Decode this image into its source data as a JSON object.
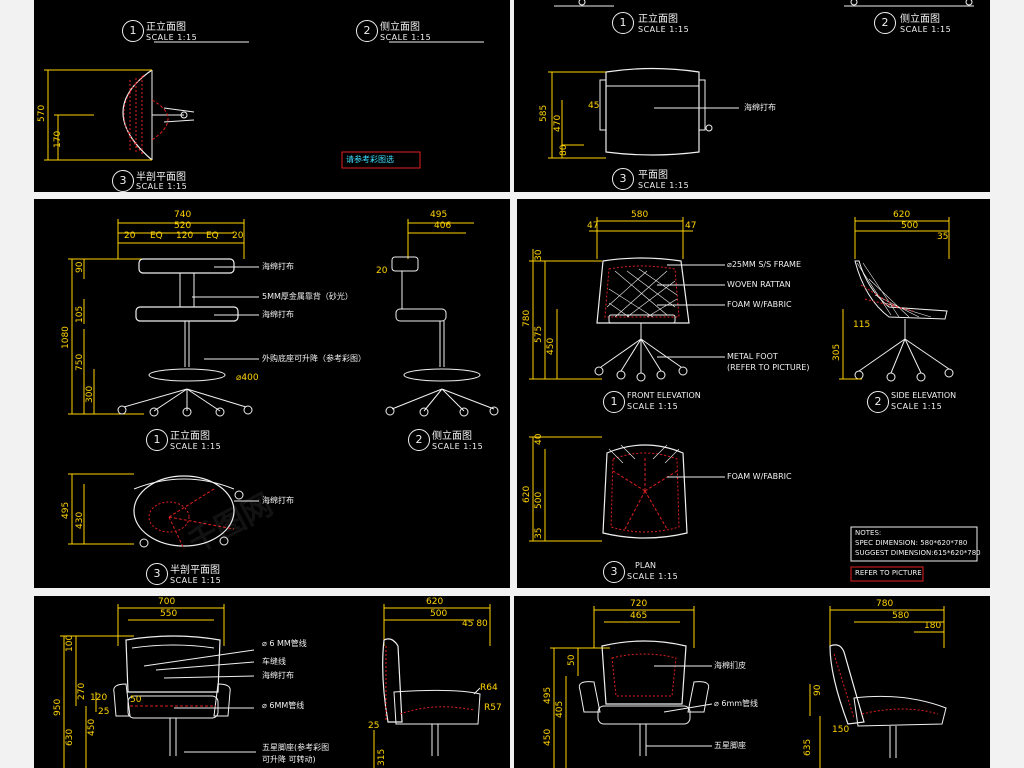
{
  "panels": {
    "p1": {
      "view1": {
        "num": "1",
        "title": "正立面图",
        "scale": "SCALE 1:15"
      },
      "view2": {
        "num": "2",
        "title": "侧立面图",
        "scale": "SCALE 1:15"
      },
      "view3": {
        "num": "3",
        "title": "半剖平面图",
        "scale": "SCALE 1:15"
      },
      "dims": {
        "d570": "570",
        "d170": "170"
      },
      "note_box": "请参考彩图选"
    },
    "p2": {
      "view1": {
        "num": "1",
        "title": "正立面图",
        "scale": "SCALE 1:15"
      },
      "view2": {
        "num": "2",
        "title": "侧立面图",
        "scale": "SCALE 1:15"
      },
      "view3": {
        "num": "3",
        "title": "平面图",
        "scale": "SCALE 1:15"
      },
      "dims": {
        "d585": "585",
        "d470": "470",
        "d45": "45",
        "d80": "80"
      },
      "annot": "海绵打布"
    },
    "p3": {
      "view1": {
        "num": "1",
        "title": "正立面图",
        "scale": "SCALE 1:15"
      },
      "view2": {
        "num": "2",
        "title": "侧立面图",
        "scale": "SCALE 1:15"
      },
      "view3": {
        "num": "3",
        "title": "半剖平面图",
        "scale": "SCALE 1:15"
      },
      "dims": {
        "d740": "740",
        "d520": "520",
        "d20a": "20",
        "eq1": "EQ",
        "d120": "120",
        "eq2": "EQ",
        "d20b": "20",
        "d495": "495",
        "d406": "406",
        "d20c": "20",
        "d90": "90",
        "d105": "105",
        "d1080": "1080",
        "d750": "750",
        "d300": "300",
        "d495b": "495",
        "d430": "430",
        "d400": "⌀400"
      },
      "annots": [
        "海绵打布",
        "5MM厚金属靠背（砂光）",
        "海绵打布",
        "外购底座可升降（参考彩图）",
        "海绵打布"
      ]
    },
    "p4": {
      "view1": {
        "num": "1",
        "title": "FRONT ELEVATION",
        "scale": "SCALE 1:15"
      },
      "view2": {
        "num": "2",
        "title": "SIDE ELEVATION",
        "scale": "SCALE 1:15"
      },
      "view3": {
        "num": "3",
        "title": "PLAN",
        "scale": "SCALE 1:15"
      },
      "dims": {
        "d580": "580",
        "d47a": "47",
        "d47b": "47",
        "d620": "620",
        "d500": "500",
        "d35": "35",
        "d30": "30",
        "d780": "780",
        "d575": "575",
        "d450": "450",
        "d115": "115",
        "d305": "305",
        "d40": "40",
        "d620b": "620",
        "d500b": "500",
        "d35b": "35"
      },
      "annots": [
        "⌀25MM S/S FRAME",
        "WOVEN RATTAN",
        "FOAM W/FABRIC",
        "METAL FOOT",
        "(REFER TO PICTURE)",
        "FOAM W/FABRIC"
      ],
      "notes": [
        "NOTES:",
        "SPEC DIMENSION: 580*620*780",
        "SUGGEST DIMENSION:615*620*780"
      ],
      "refer_box": "REFER TO PICTURE"
    },
    "p5": {
      "dims": {
        "d700": "700",
        "d550": "550",
        "d620": "620",
        "d500": "500",
        "d4580": "45 80",
        "d100": "100",
        "d270": "270",
        "d950": "950",
        "d630": "630",
        "d450": "450",
        "d120": "120",
        "d25a": "25",
        "d50": "50",
        "r64": "R64",
        "r57": "R57",
        "d25b": "25",
        "d315": "315"
      },
      "annots": [
        "⌀ 6 MM管线",
        "车缝线",
        "海绵打布",
        "⌀ 6MM管线",
        "五星脚座(参考彩图",
        "可升降 可转动)"
      ]
    },
    "p6": {
      "dims": {
        "d720": "720",
        "d465": "465",
        "d780": "780",
        "d580": "580",
        "d180": "180",
        "d50": "50",
        "d90": "90",
        "d495": "495",
        "d450": "450",
        "d405": "405",
        "d150": "150",
        "d635": "635"
      },
      "annots": [
        "海棉扪皮",
        "⌀ 6mm管线",
        "五星脚座"
      ]
    }
  },
  "colors": {
    "background": "#000000",
    "dimension": "#ffd400",
    "line": "#f0f0f0",
    "detail": "#e02020",
    "cyan": "#3ee0ff",
    "page": "#f2f2f2"
  }
}
